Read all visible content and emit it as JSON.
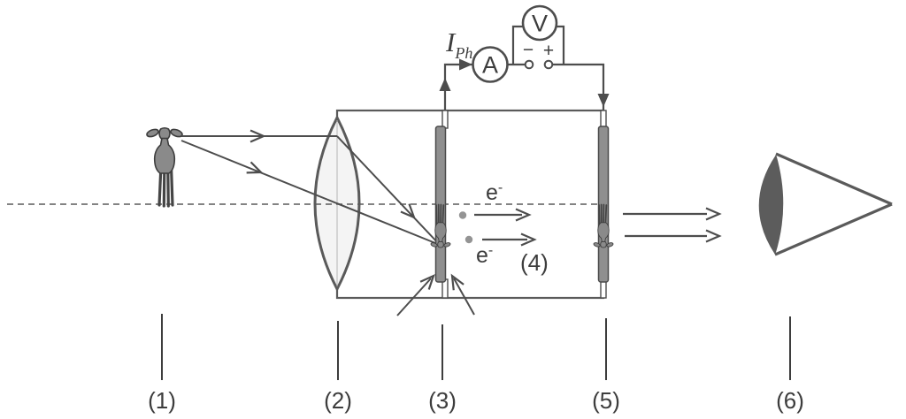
{
  "diagram": {
    "stage_labels": {
      "object": "(1)",
      "lens": "(2)",
      "photocathode": "(3)",
      "electron_region": "(4)",
      "screen": "(5)",
      "eye": "(6)"
    },
    "circuit": {
      "ammeter": "A",
      "voltmeter": "V",
      "battery_minus": "−",
      "battery_plus": "+",
      "photocurrent_symbol": "I",
      "photocurrent_subscript": "Ph"
    },
    "electron_label": {
      "base": "e",
      "superscript": "-"
    },
    "colors": {
      "line": "#4d4d4d",
      "text": "#3d3d3d",
      "plate_fill": "#8f8f8f",
      "deer_fill": "#8a8a8a",
      "lens_fill": "#f4f4f4",
      "eye_lens_fill": "#5c5c5c",
      "electron_dot": "#949494",
      "background": "#ffffff"
    }
  }
}
